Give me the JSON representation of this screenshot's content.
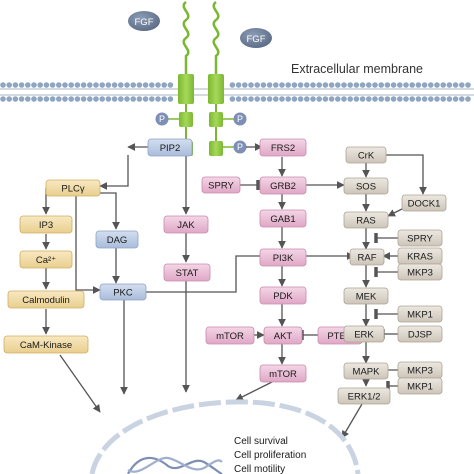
{
  "membrane_label": "Extracellular membrane",
  "ligands": [
    "FGF",
    "FGF"
  ],
  "phospho_label": "P",
  "nodes": {
    "pip2": "PIP2",
    "plcg": "PLCγ",
    "ip3": "IP3",
    "ca": "Ca²⁺",
    "calmodulin": "Calmodulin",
    "camk": "CaM-Kinase",
    "dag": "DAG",
    "pkc": "PKC",
    "jak": "JAK",
    "stat": "STAT",
    "frs2": "FRS2",
    "spry_left": "SPRY",
    "grb2": "GRB2",
    "gab1": "GAB1",
    "pi3k": "PI3K",
    "pdk": "PDK",
    "mtor_left": "mTOR",
    "akt": "AKT",
    "pten": "PTEN",
    "mtor_bottom": "mTOR",
    "crk": "CrK",
    "sos": "SOS",
    "dock1": "DOCK1",
    "ras": "RAS",
    "spry_right": "SPRY",
    "raf": "RAF",
    "kras": "KRAS",
    "mkp3_top": "MKP3",
    "mek": "MEK",
    "mkp1_top": "MKP1",
    "erk": "ERK",
    "djsp": "DJSP",
    "mapk": "MAPK",
    "mkp3_bottom": "MKP3",
    "mkp1_bottom": "MKP1",
    "erk12": "ERK1/2"
  },
  "nucleus_outcomes": [
    "Cell survival",
    "Cell proliferation",
    "Cell motility"
  ],
  "colors": {
    "ligand": "#6e7f99",
    "receptor_green": "#8cc63f",
    "membrane_head": "#8fa6c2",
    "blue_node": "#b9c9e3",
    "yellow_node": "#f2dba6",
    "pink_node": "#e9bfd6",
    "grey_node": "#dcd6cc",
    "arrow": "#555555",
    "phospho": "#7d8fb5"
  }
}
